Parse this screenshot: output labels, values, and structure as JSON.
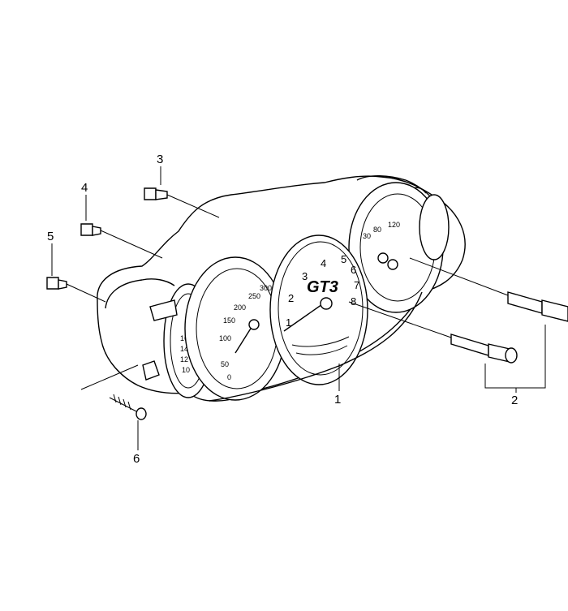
{
  "diagram": {
    "callouts": {
      "c1": "1",
      "c2": "2",
      "c3": "3",
      "c4": "4",
      "c5": "5",
      "c6": "6"
    },
    "logo": "GT3",
    "tachometer": [
      "1",
      "2",
      "3",
      "4",
      "5",
      "6",
      "7",
      "8"
    ],
    "speedometer": [
      "50",
      "100",
      "150",
      "200",
      "250",
      "300",
      "0"
    ],
    "oil_gauge": [
      "30",
      "80",
      "120"
    ],
    "left_gauge": [
      "16",
      "14",
      "12",
      "10"
    ]
  }
}
